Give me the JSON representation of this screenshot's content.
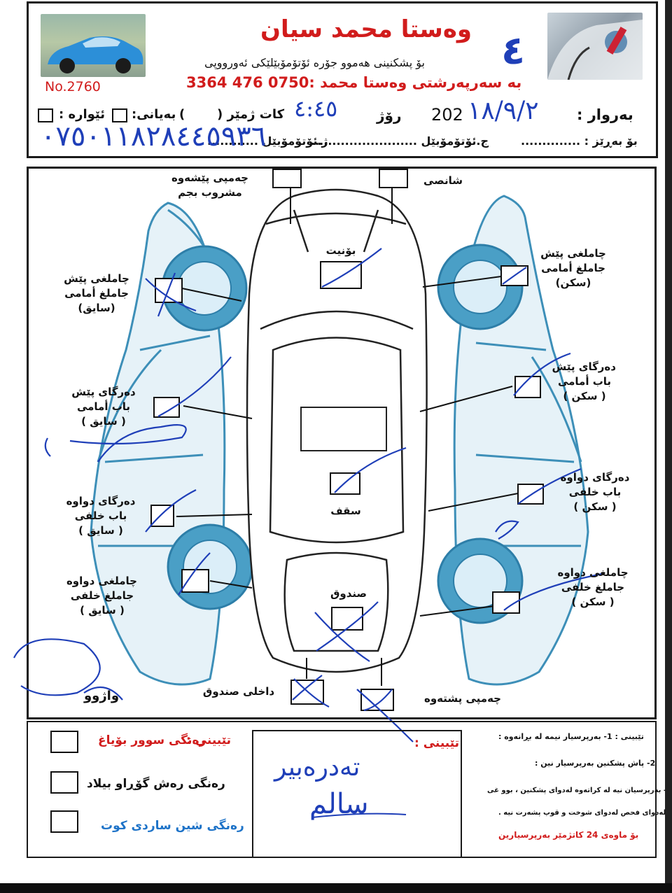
{
  "header": {
    "title": "وەستا محمد سیان",
    "subtitle": "بۆ پشکنینی هەموو جۆرە ئۆتۆمۆبێلێکی ئەورووپی",
    "supervision": "بە سەرپەرشتی وەستا محمد :0750 476 3364",
    "serial": "No.2760",
    "page_mark": "٤",
    "date_label": "بەروار :",
    "date_value": "202",
    "day_label": "رۆژ",
    "time_label": "کات ژمێر (",
    "time_close": ")",
    "morning_label": "بەیانی:",
    "afternoon_label": "ئێوارە :",
    "client_label": "بۆ بەڕێز : ..............",
    "type_label": "ج.ئۆتۆمۆبێل .........................",
    "plate_label": "ژ.ئۆتۆمۆبێل ............",
    "handwritten_date": "١٨/٩/٢",
    "handwritten_time": "٤:٤٥",
    "handwritten_phone": "٠٧٥٠١١٨٢٨٤٤٥٩٣٦"
  },
  "diagram": {
    "labels": {
      "front_bumper": "چەمپی پێشەوە\nمشروب بجم",
      "chassis": "شانصی",
      "hood": "بۆنیت",
      "fender_fl": "چاملغی پێش\nجاملغ أمامی\n(سایق)",
      "fender_fr": "چاملغی پێش\nجاملغ أمامی\n(سکن)",
      "door_fl": "دەرگای پێش\nباب أمامی\n( سایق )",
      "door_fr": "دەرگای پێش\nباب أمامی\n( سکن )",
      "door_rl": "دەرگای دواوە\nباب خلفی\n( سایق )",
      "door_rr": "دەرگای دواوە\nباب خلفی\n( سکن )",
      "roof": "سقف",
      "fender_rl": "چاملغی دواوە\nجاملغ خلفی\n( سایق )",
      "fender_rr": "چاملغی دواوە\nجاملغ خلفی\n( سکن )",
      "trunk": "صندوق",
      "trunk_inside": "داخلی صندوق",
      "rear_bumper": "چەمپی پشتەوە",
      "margin_note": "واژوو"
    }
  },
  "legend": {
    "note_prefix": "تێبینی :",
    "red_item": "رەنگی سوور بۆیاغ",
    "black_item": "رەنگی رەش گۆڕاو بیلاد",
    "blue_item": "رەنگی شین ساردی کوت",
    "note_title": "تێبینی :",
    "handwritten_note_1": "تەدرەبیر",
    "handwritten_note_2": "سالم",
    "terms": [
      "تێبینی : 1- بەرپرسیار نیمە لە بڕانەوە :",
      "2- پاش پشکنین بەرپرسیار نین :",
      "3- بەرپرسیان نیە لە کراتەوە لەدوای پشکنین ، بوو غی",
      "تێبینی ، لەدوای فحص لەدوای شوخت و قوپ پشەرت نیە .",
      "بۆ ماوەی 24 کاتژمێر بەرپرسیارین"
    ]
  },
  "colors": {
    "brand_red": "#d11c1c",
    "ink_blue": "#1f3fb8",
    "car_blue": "#3d8fb8"
  }
}
